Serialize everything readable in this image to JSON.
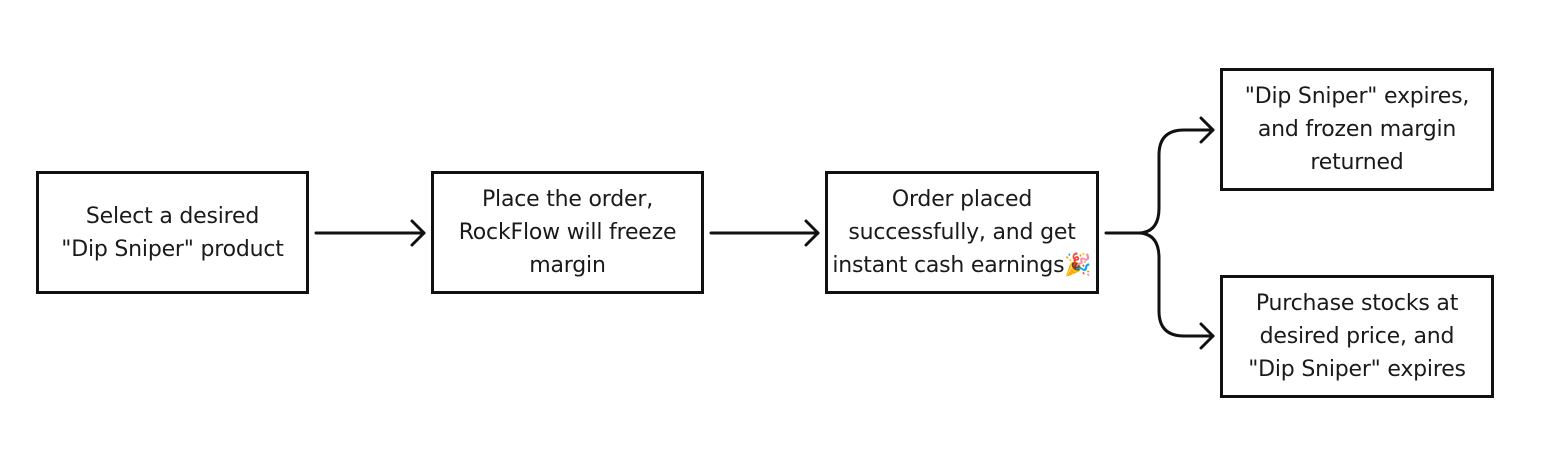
{
  "diagram": {
    "nodes": {
      "select": {
        "lines": [
          "Select a desired",
          "\"Dip Sniper\" product"
        ]
      },
      "place": {
        "lines": [
          "Place the order,",
          "RockFlow will freeze",
          "margin"
        ]
      },
      "success": {
        "lines": [
          "Order placed",
          "successfully, and get",
          "instant cash earnings🎉"
        ]
      },
      "expire": {
        "lines": [
          "\"Dip Sniper\" expires,",
          "and frozen margin",
          "returned"
        ]
      },
      "purchase": {
        "lines": [
          "Purchase stocks at",
          "desired price, and",
          "\"Dip Sniper\" expires"
        ]
      }
    },
    "edges": [
      {
        "from": "select",
        "to": "place"
      },
      {
        "from": "place",
        "to": "success"
      },
      {
        "from": "success",
        "to": "expire"
      },
      {
        "from": "success",
        "to": "purchase"
      }
    ],
    "colors": {
      "stroke": "#111111",
      "text": "#1a1a1a",
      "background": "#ffffff"
    }
  }
}
